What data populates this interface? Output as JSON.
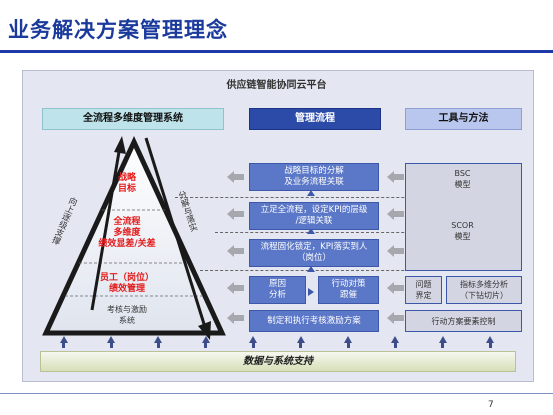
{
  "title": "业务解决方案管理理念",
  "platform": "供应链智能协同云平台",
  "headers": {
    "left": "全流程多维度管理系统",
    "middle": "管理流程",
    "right": "工具与方法"
  },
  "pyramid": {
    "top": [
      "战略",
      "目标"
    ],
    "middle": [
      "全流程",
      "多维度",
      "绩效显差/关差"
    ],
    "lower": [
      "员工（岗位）",
      "绩效管理"
    ],
    "base": [
      "考核与激励",
      "系统"
    ],
    "left_arrow": "向上逐级支撑",
    "right_arrow": "分解与落实"
  },
  "process": {
    "step1": [
      "战略目标的分解",
      "及业务流程关联"
    ],
    "step2": [
      "立足全流程，设定KPI的层级",
      "/逻辑关联"
    ],
    "step3": [
      "流程固化锁定，KPI落实到人",
      "（岗位）"
    ],
    "step4a": [
      "原因",
      "分析"
    ],
    "step4b": [
      "行动对策",
      "跟催"
    ],
    "step5": "制定和执行考核激励方案"
  },
  "tools": {
    "bsc": [
      "BSC",
      "模型"
    ],
    "scor": [
      "SCOR",
      "模型"
    ],
    "problem": [
      "问题",
      "界定"
    ],
    "indicator": [
      "指标多维分析",
      "（下钻切片）"
    ],
    "action": "行动方案要素控制"
  },
  "data_support": "数据与系统支持",
  "page_number": "7",
  "colors": {
    "title": "#1a3a9c",
    "header_left": "#bfe3ea",
    "header_middle": "#2c4aa8",
    "header_right": "#b9c7ee",
    "box_blue": "#5b77c7",
    "pyramid_red": "#e31b1b"
  }
}
